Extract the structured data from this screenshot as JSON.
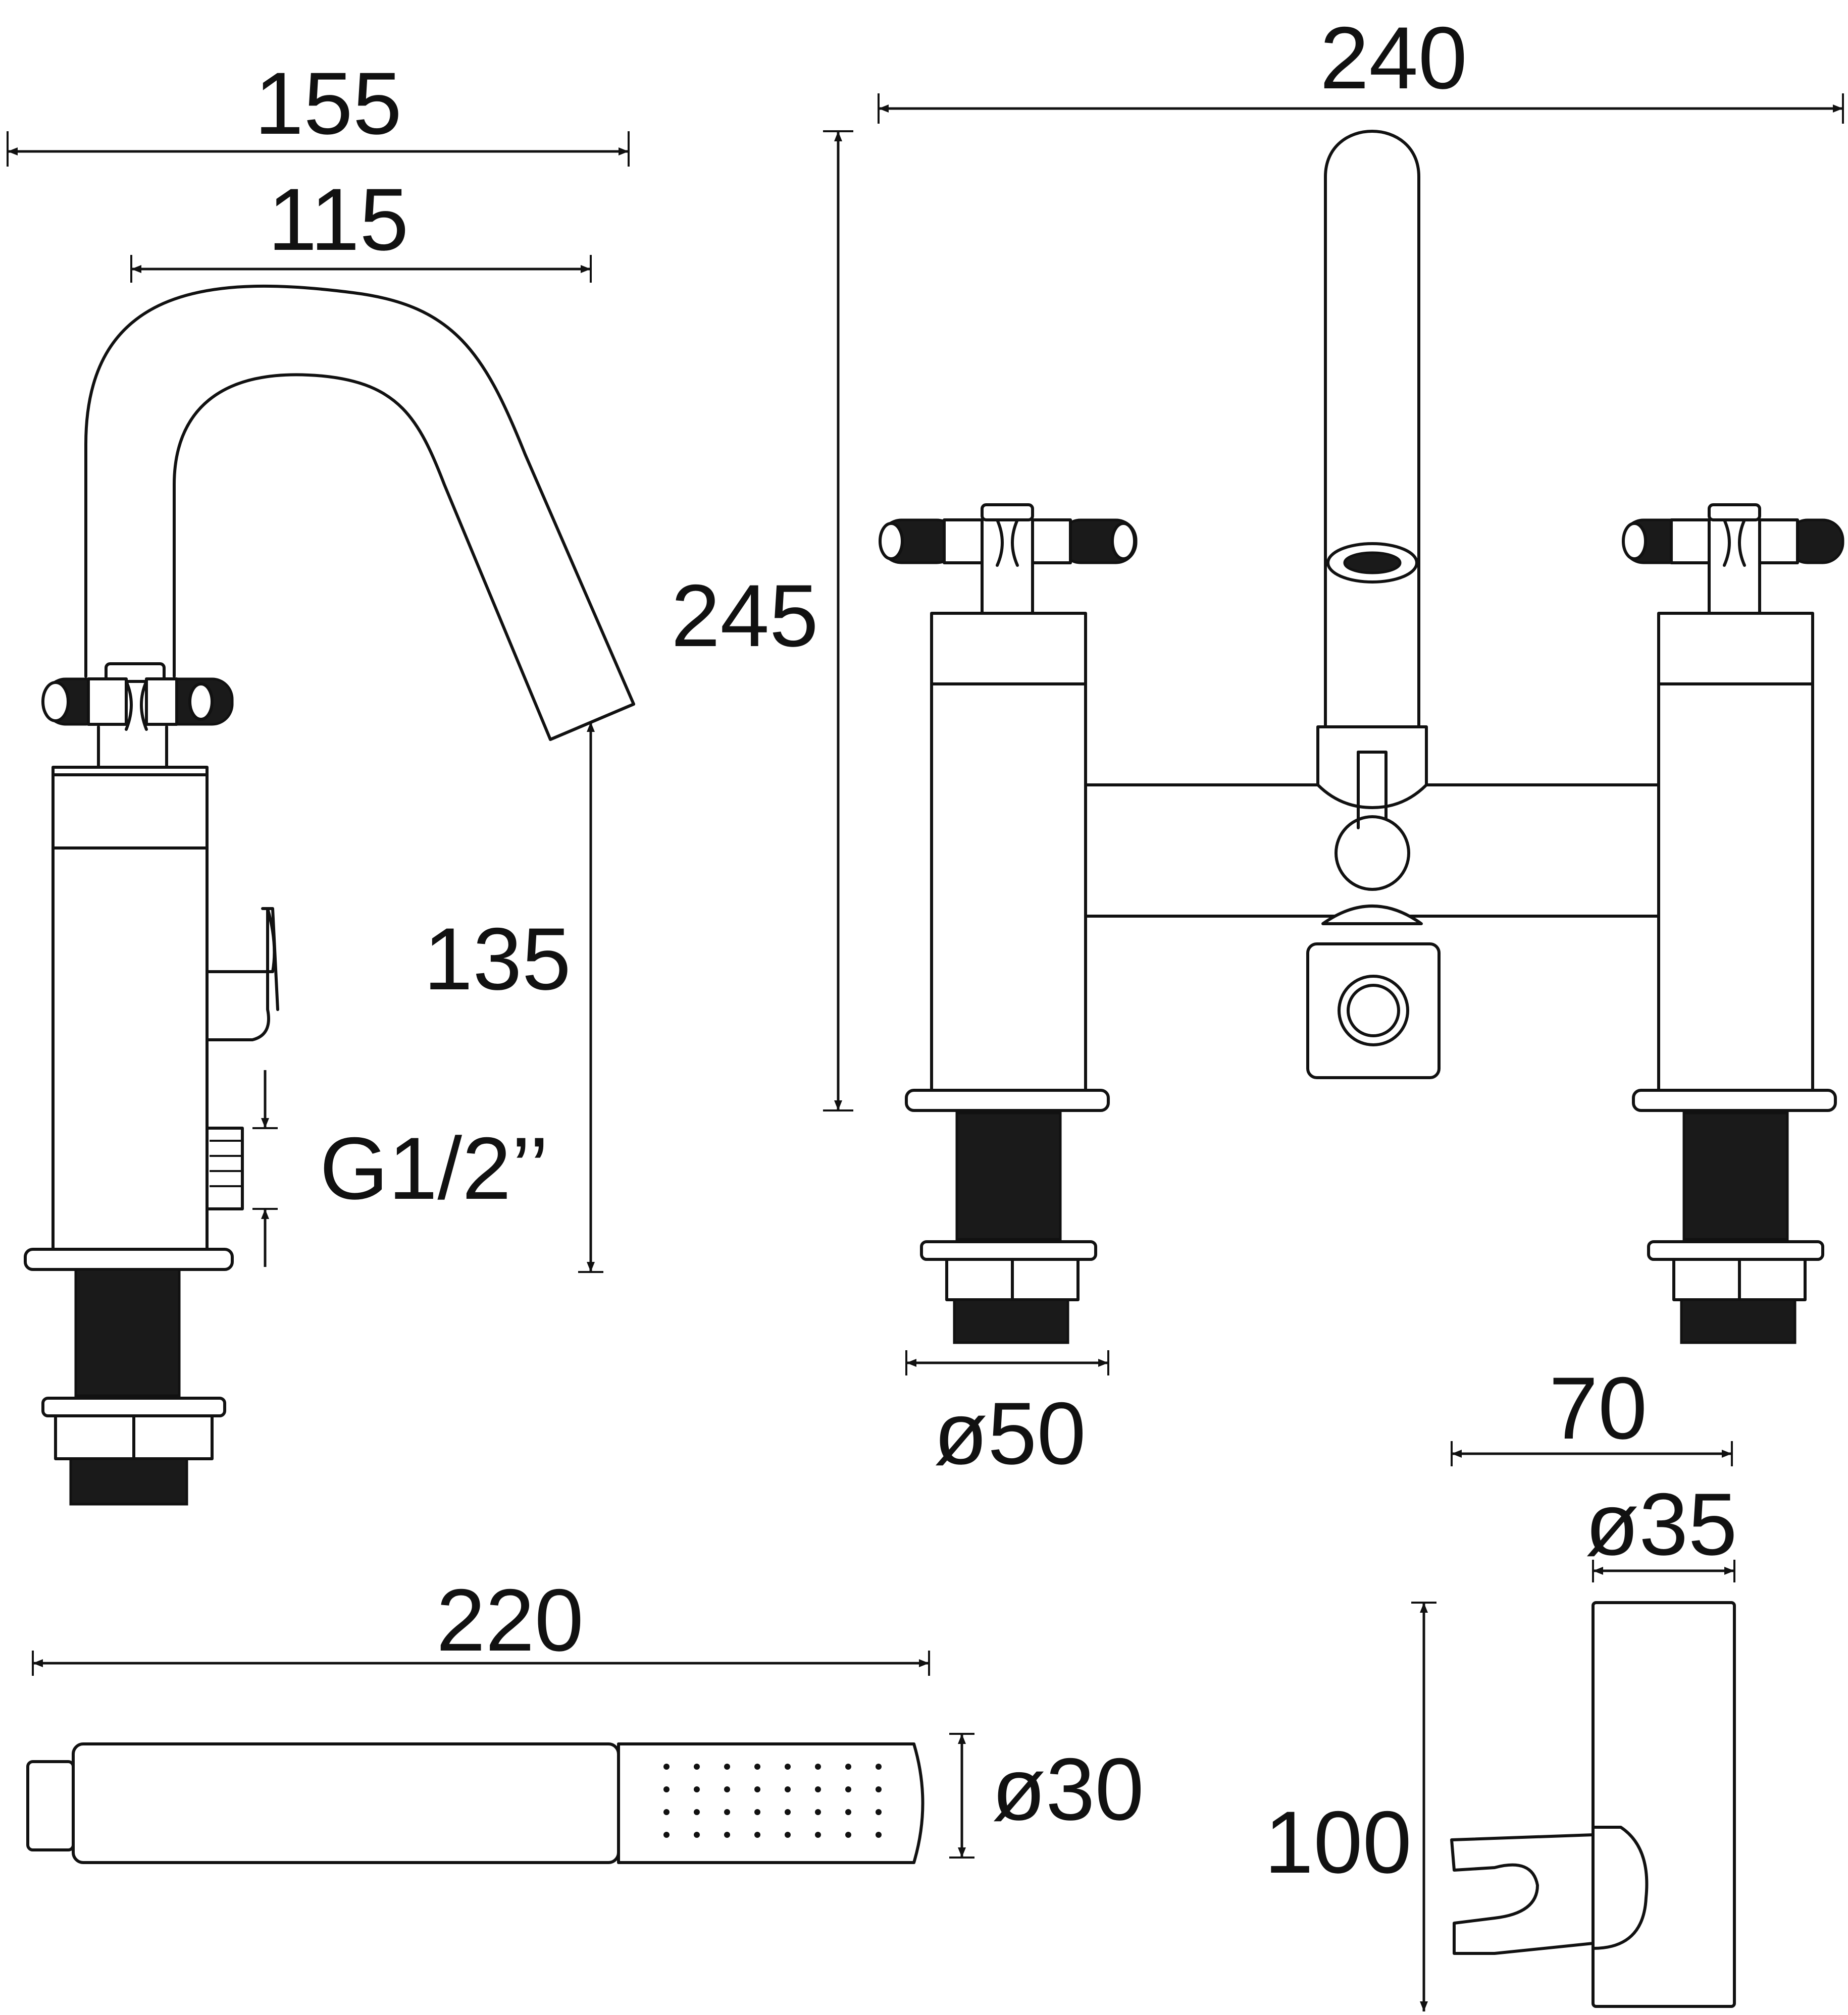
{
  "dimensions": {
    "basin_overall_width": "155",
    "basin_spout_reach": "115",
    "basin_spout_height": "135",
    "basin_inlet_thread": "G1/2’’",
    "bath_overall_width": "240",
    "bath_overall_height": "245",
    "bath_base_diameter": "ø50",
    "holder_width": "70",
    "holder_diameter": "ø35",
    "holder_height": "100",
    "handset_length": "220",
    "handset_diameter": "ø30"
  }
}
